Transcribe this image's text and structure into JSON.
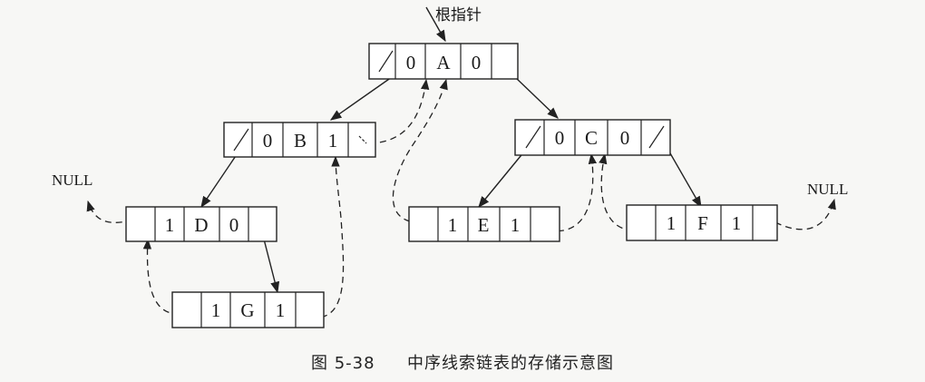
{
  "root_label": "根指针",
  "caption": {
    "figure_number": "图 5-38",
    "title": "中序线索链表的存储示意图"
  },
  "null_labels": {
    "left": "NULL",
    "right": "NULL"
  },
  "nodes": {
    "A": {
      "ltag": "0",
      "data": "A",
      "rtag": "0"
    },
    "B": {
      "ltag": "0",
      "data": "B",
      "rtag": "1"
    },
    "C": {
      "ltag": "0",
      "data": "C",
      "rtag": "0"
    },
    "D": {
      "ltag": "1",
      "data": "D",
      "rtag": "0"
    },
    "E": {
      "ltag": "1",
      "data": "E",
      "rtag": "1"
    },
    "F": {
      "ltag": "1",
      "data": "F",
      "rtag": "1"
    },
    "G": {
      "ltag": "1",
      "data": "G",
      "rtag": "1"
    }
  },
  "child_links": [
    {
      "from": "A",
      "to": "B"
    },
    {
      "from": "A",
      "to": "C"
    },
    {
      "from": "B",
      "to": "D"
    },
    {
      "from": "C",
      "to": "E"
    },
    {
      "from": "C",
      "to": "F"
    },
    {
      "from": "D",
      "to": "G"
    }
  ],
  "thread_links": [
    {
      "from": "B",
      "to": "A"
    },
    {
      "from": "E",
      "to": "A"
    },
    {
      "from": "D",
      "to": "NULL-left"
    },
    {
      "from": "G",
      "to": "D"
    },
    {
      "from": "G",
      "to": "B"
    },
    {
      "from": "E",
      "to": "C"
    },
    {
      "from": "F",
      "to": "C"
    },
    {
      "from": "F",
      "to": "NULL-right"
    }
  ]
}
